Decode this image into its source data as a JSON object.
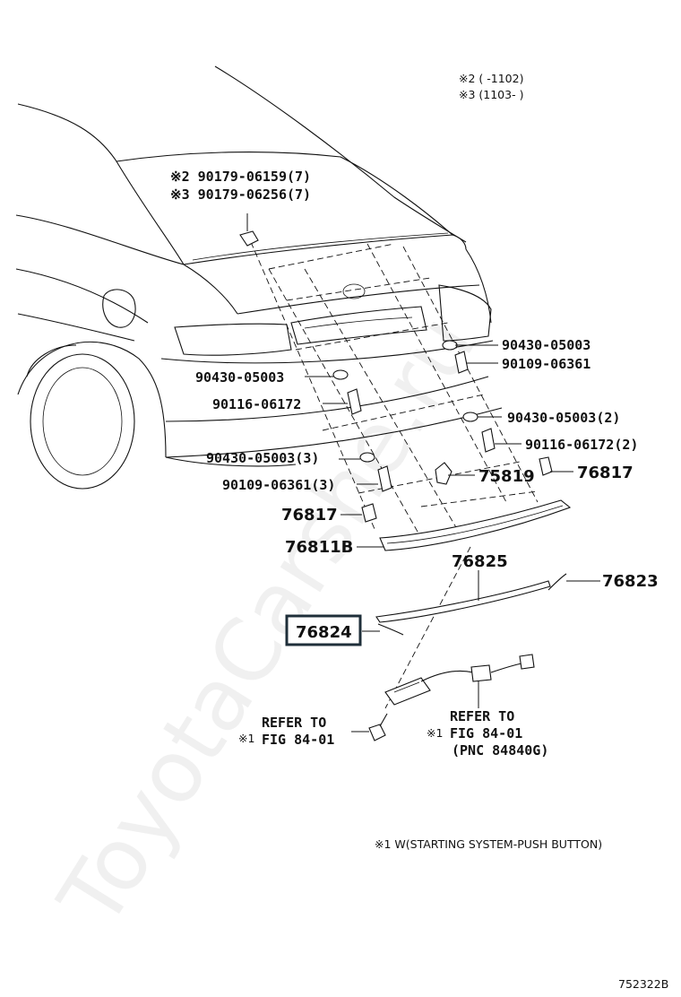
{
  "notes": {
    "top_line1": "※2 (     -1102)",
    "top_line2": "※3 (1103-      )",
    "footer_note": "※1 W(STARTING SYSTEM-PUSH BUTTON)",
    "figure_code": "752322B",
    "watermark": "ToyotaCarshe.ru"
  },
  "callouts": {
    "c1a": "※2 90179-06159(7)",
    "c1b": "※3 90179-06256(7)",
    "c2": "90430-05003",
    "c3": "90109-06361",
    "c4": "90430-05003",
    "c5": "90116-06172",
    "c6": "90430-05003(2)",
    "c7": "90116-06172(2)",
    "c8": "90430-05003(3)",
    "c9": "90109-06361(3)",
    "c10": "75819",
    "c11": "76817",
    "c12": "76817",
    "c13": "76811B",
    "c14": "76825",
    "c15": "76823",
    "c16": "76824",
    "ref1_l1": "REFER TO",
    "ref1_prefix": "※1",
    "ref1_l2": "FIG 84-01",
    "ref2_l1": "REFER TO",
    "ref2_prefix": "※1",
    "ref2_l2": "FIG 84-01",
    "ref2_l3": "(PNC 84840G)"
  }
}
